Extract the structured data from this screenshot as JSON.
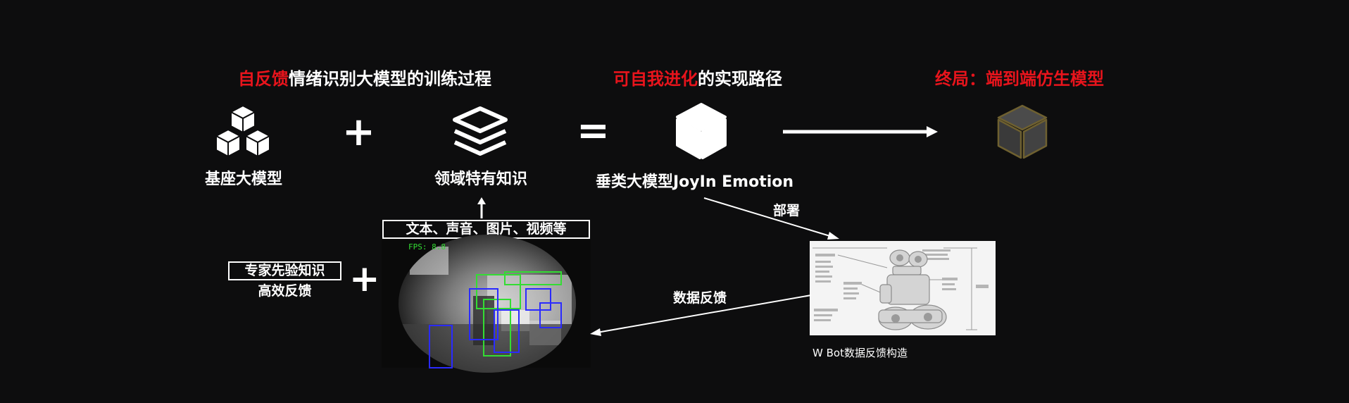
{
  "headings": {
    "h1_red": "自反馈",
    "h1_rest": "情绪识别大模型的训练过程",
    "h2_red": "可自我进化",
    "h2_rest": "的实现路径",
    "h3": "终局：端到端仿生模型"
  },
  "labels": {
    "base_model": "基座大模型",
    "domain_knowledge": "领域特有知识",
    "vertical_model": "垂类大模型JoyIn Emotion",
    "data_types": "文本、声音、图片、视频等",
    "expert_knowledge": "专家先验知识",
    "efficient_feedback": "高效反馈",
    "deploy": "部署",
    "data_feedback": "数据反馈",
    "wbot_caption": "W Bot数据反馈构造",
    "fps": "FPS: 8.8"
  },
  "operators": {
    "plus": "+",
    "equals": "="
  },
  "icons": {
    "base_model": "stacked-cubes-icon",
    "domain_knowledge": "layers-icon",
    "vertical_model": "cube-icon",
    "end_model": "dark-cube-icon"
  },
  "colors": {
    "accent_red": "#e8141c",
    "background": "#0d0d0e",
    "detection_blue": "#2a2aff",
    "detection_green": "#33dd33"
  }
}
